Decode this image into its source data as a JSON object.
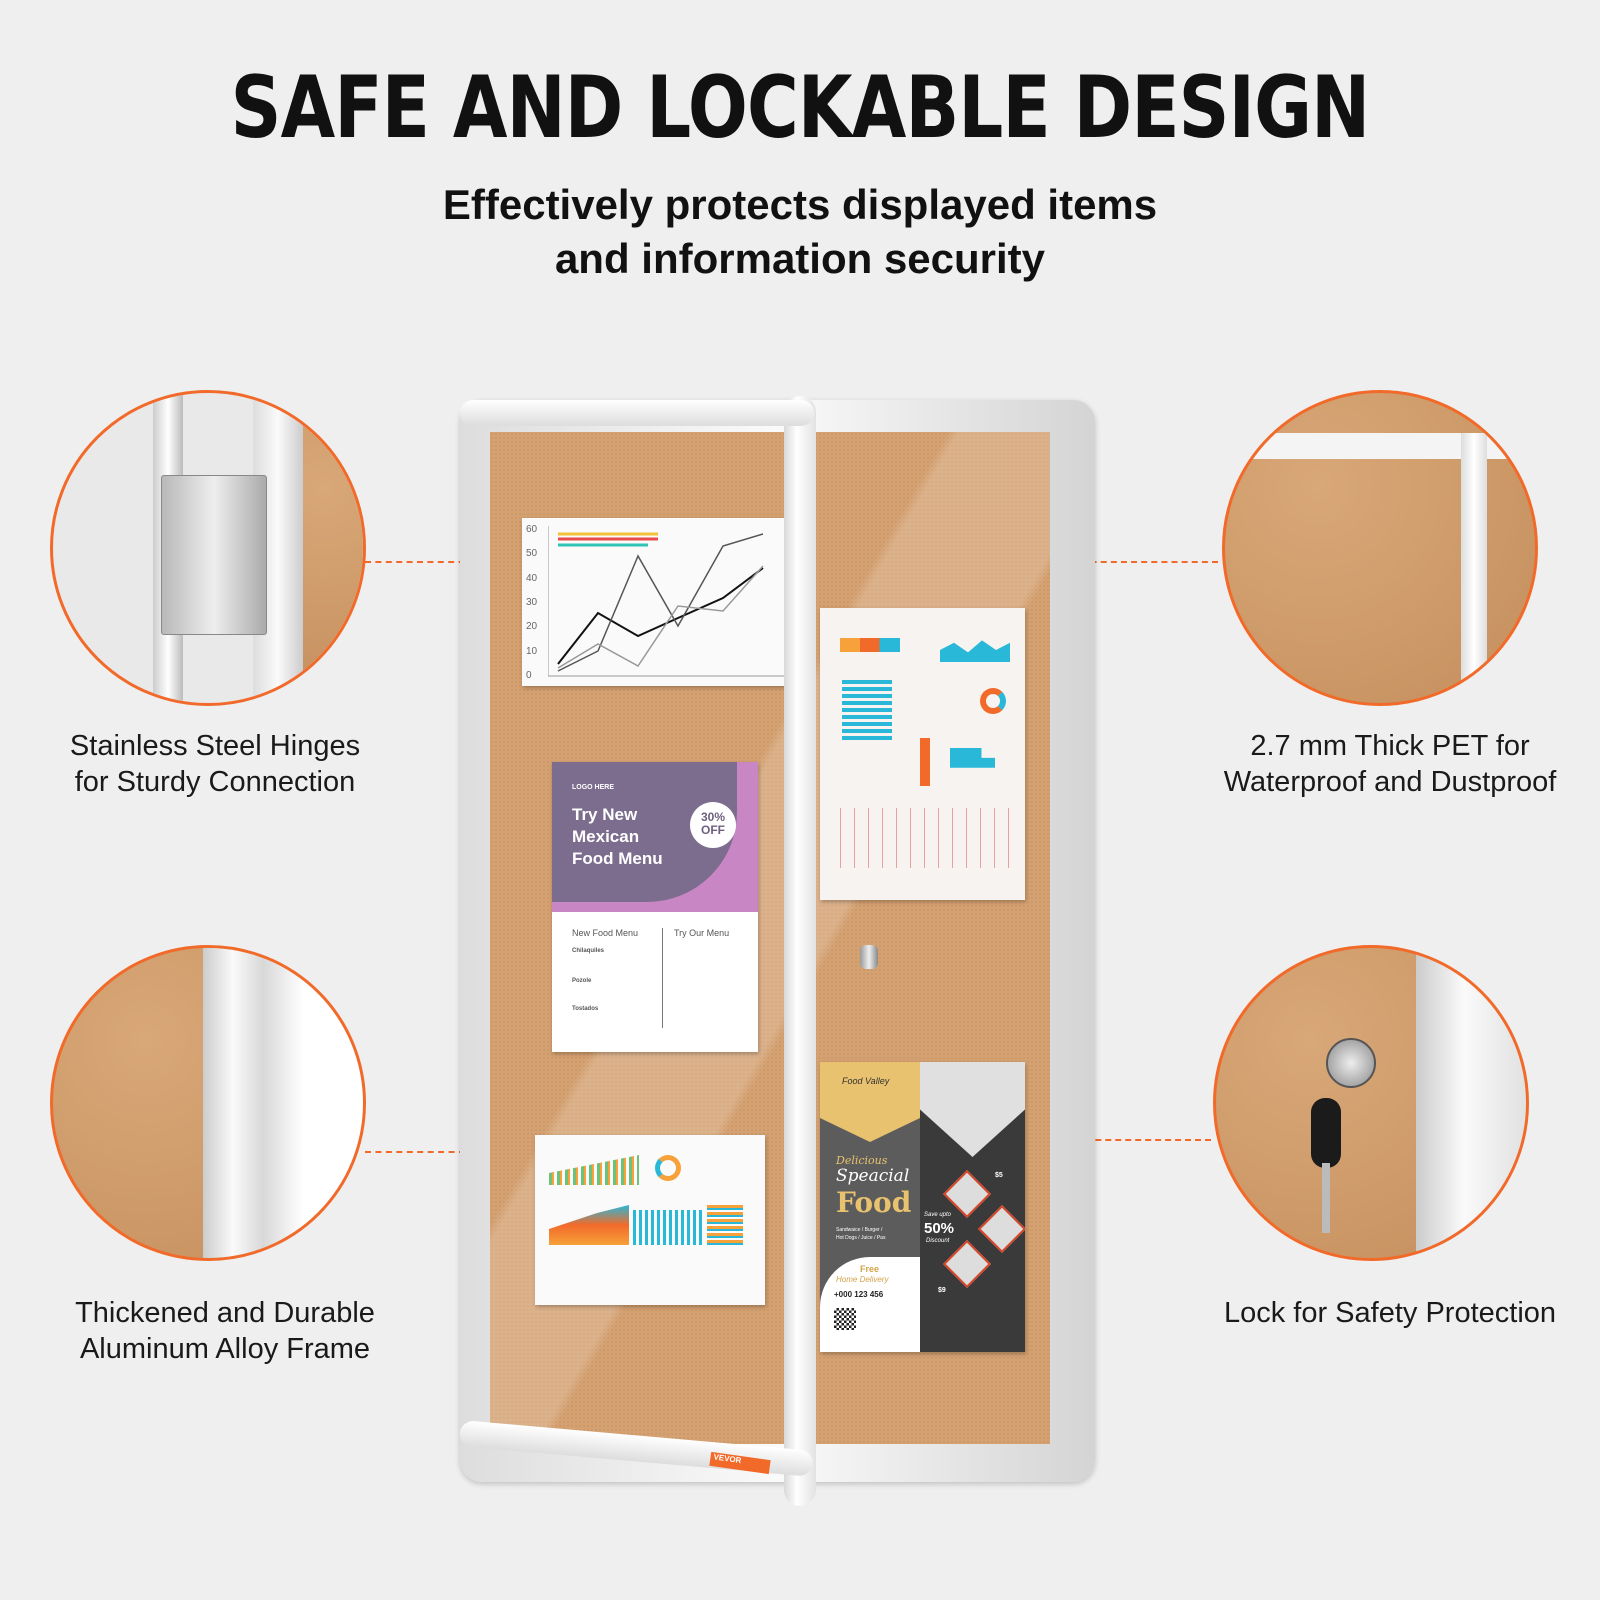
{
  "header": {
    "title": "SAFE AND LOCKABLE DESIGN",
    "subtitle_line1": "Effectively protects displayed items",
    "subtitle_line2": "and information security"
  },
  "features": [
    {
      "line1": "Stainless Steel Hinges",
      "line2": "for Sturdy Connection"
    },
    {
      "line1": "2.7 mm Thick PET for",
      "line2": "Waterproof and Dustproof"
    },
    {
      "line1": "Thickened and Durable",
      "line2": "Aluminum Alloy Frame"
    },
    {
      "line1": "Lock for Safety Protection",
      "line2": ""
    }
  ],
  "board": {
    "chart_ticks": [
      "60",
      "50",
      "40",
      "30",
      "20",
      "10",
      "0"
    ],
    "flyer": {
      "logo": "LOGO HERE",
      "headline1": "Try New",
      "headline2": "Mexican",
      "headline3": "Food Menu",
      "badge1": "30%",
      "badge2": "OFF",
      "col1": "New Food Menu",
      "col2": "Try Our Menu",
      "items": [
        "Chilaquiles",
        "Pozole",
        "Tostados"
      ]
    },
    "food_flyer": {
      "brand": "Food Valley",
      "line1": "Delicious",
      "line2": "Speacial",
      "line3": "Food",
      "sub1": "Sandwaice / Burger /",
      "sub2": "Hot Dogs / Juice / Pas",
      "free1": "Free",
      "free2": "Home Delivery",
      "phone": "+000 123 456",
      "save1": "Save upto",
      "save2": "50%",
      "save3": "Discount",
      "price1": "$5",
      "price2": "$9"
    },
    "brand": "VEVOR"
  },
  "colors": {
    "accent": "#f26a2a",
    "cork": "#d4a070",
    "frame": "#e8e8e8"
  }
}
